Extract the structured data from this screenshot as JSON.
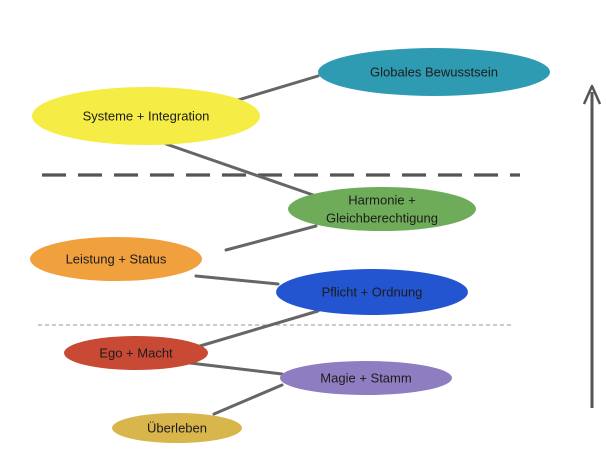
{
  "nodes": [
    {
      "id": "globales",
      "lines": [
        "Globales Bewusstsein"
      ],
      "color": "#2f9bb3"
    },
    {
      "id": "systeme",
      "lines": [
        "Systeme + Integration"
      ],
      "color": "#f6ec46"
    },
    {
      "id": "harmonie",
      "lines": [
        "Harmonie +",
        "Gleichberechtigung"
      ],
      "color": "#6fac5a"
    },
    {
      "id": "leistung",
      "lines": [
        "Leistung + Status"
      ],
      "color": "#f0a03c"
    },
    {
      "id": "pflicht",
      "lines": [
        "Pflicht + Ordnung"
      ],
      "color": "#2355d0"
    },
    {
      "id": "ego",
      "lines": [
        "Ego + Macht"
      ],
      "color": "#c84a34"
    },
    {
      "id": "magie",
      "lines": [
        "Magie + Stamm"
      ],
      "color": "#8f7dc1"
    },
    {
      "id": "ueberleben",
      "lines": [
        "Überleben"
      ],
      "color": "#d8b64c"
    }
  ],
  "edges": [
    [
      "systeme",
      "globales"
    ],
    [
      "systeme",
      "harmonie"
    ],
    [
      "leistung",
      "harmonie"
    ],
    [
      "leistung",
      "pflicht"
    ],
    [
      "ego",
      "pflicht"
    ],
    [
      "ego",
      "magie"
    ],
    [
      "ueberleben",
      "magie"
    ]
  ],
  "dividers": [
    {
      "style": "thick-dashed",
      "color": "#555555"
    },
    {
      "style": "thin-dashed",
      "color": "#aaaaaa"
    }
  ],
  "arrow": {
    "direction": "up",
    "color": "#555555"
  },
  "connector_color": "#666666"
}
